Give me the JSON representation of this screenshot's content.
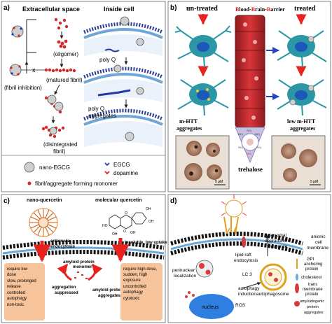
{
  "panels": {
    "a": {
      "label": "a)",
      "extracellular_heading": "Extracellular space",
      "inside_heading": "Inside cell",
      "oligomer": "(oligomer)",
      "matured_fibril": "(matured fibril)",
      "fibril_inhibition": "(fibril inhibition)",
      "disintegrated_line1": "(disintegrated",
      "disintegrated_line2": "fibril)",
      "polyq": "poly Q",
      "polyq_agg_line1": "poly Q",
      "polyq_agg_line2": "aggregates",
      "inhibit_mark": "x",
      "legend_nano": "nano-EGCG",
      "legend_egcg": "EGCG",
      "legend_dopamine": "dopamine",
      "legend_monomer": "fibril/aggregate forming monomer"
    },
    "b": {
      "label": "b)",
      "untreated": "un-treated",
      "treated": "treated",
      "bbb": [
        "B",
        "lood-",
        "B",
        "rain-",
        "B",
        "arrier"
      ],
      "mhtt_line1": "m-HTT",
      "mhtt_line2": "aggregates",
      "low_mhtt_line1": "low m-HTT",
      "low_mhtt_line2": "aggregates",
      "trehalose": "trehalose",
      "scale_left": "5 μM",
      "scale_right": "5 μM",
      "np_labels": [
        "NH₂",
        "NH₂",
        "NH₂",
        "SO₃",
        "SO₃",
        "SO₃"
      ]
    },
    "c": {
      "label": "c)",
      "nano_quercetin": "nano-quercetin",
      "molecular_quercetin": "molecular quercetin",
      "enters_line1": "enters via",
      "enters_line2": "endocytosis",
      "insoluble": "insoluble, low uptake",
      "monomer_line1": "amyloid protein",
      "monomer_line2": "monomer",
      "suppressed_line1": "aggregation",
      "suppressed_line2": "suppressed",
      "aggregates_line1": "amyloid protein",
      "aggregates_line2": "aggregates",
      "left_box": [
        "require low",
        "dose",
        "slow, prolonged",
        "release",
        "controlled",
        "autophagy",
        "non-toxic"
      ],
      "right_box": [
        "require high dose,",
        "sudden, high",
        "exposure",
        "uncontrolled",
        "autophagy",
        "cytotoxic"
      ],
      "chem": [
        "OH",
        "HO",
        "OH",
        "OH",
        "OH",
        "O",
        "O"
      ]
    },
    "d": {
      "label": "d)",
      "lipid_raft_line1": "lipid raft",
      "lipid_raft_line2": "endocytosis",
      "lysosomal_line1": "lysosomal",
      "lysosomal_line2": "degradation",
      "lysosomal_line3": "clearance",
      "anionic_line1": "anionic",
      "anionic_line2": "cell",
      "anionic_line3": "membrane",
      "perinuclear_line1": "perinuclear",
      "perinuclear_line2": "localization",
      "lc3": "LC 3",
      "nucleus": "nucleus",
      "autophagy_line1": "autophagy",
      "autophagy_line2": "induction",
      "ros": "ROS",
      "autophagosome": "autophagosome",
      "legend_gpi": [
        "GPI",
        "anchoring",
        "protein"
      ],
      "legend_cholesterol": "cholesterol",
      "legend_trans": [
        "trans",
        "membrane",
        "protein"
      ],
      "legend_amyloid": [
        "amyloidogenic",
        "protein",
        "aggregates"
      ]
    }
  },
  "colors": {
    "panel_border": "#7f7f7f",
    "red_arrow": "#e8231f",
    "blue_arrow": "#2446c4",
    "vessel_red": "#c8262b",
    "neuron_teal": "#2a96a6",
    "nucleus_blue": "#1b58b8",
    "orange_box": "#f6c39a",
    "membrane_black": "#141414",
    "nucleus_d": "#2f7fe0"
  }
}
